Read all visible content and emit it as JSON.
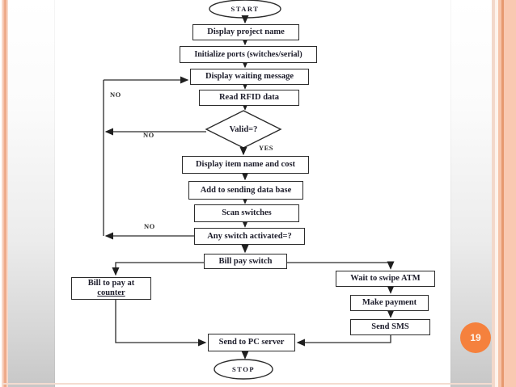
{
  "slide": {
    "page_number": "19",
    "accent_color": "#f5813d"
  },
  "flowchart": {
    "nodes": {
      "start": "START",
      "display_project": "Display project name",
      "init_ports": "Initialize ports (switches/serial)",
      "display_waiting": "Display waiting message",
      "read_rfid": "Read RFID data",
      "valid": "Valid=?",
      "display_item": "Display item name and cost",
      "add_db": "Add to sending data base",
      "scan_switches": "Scan switches",
      "any_switch": "Any switch activated=?",
      "bill_pay_switch": "Bill pay switch",
      "bill_counter_l1": "Bill to pay at",
      "bill_counter_l2": "counter",
      "wait_atm": "Wait to swipe ATM",
      "make_payment": "Make payment",
      "send_sms": "Send SMS",
      "send_pc": "Send to PC server",
      "stop": "STOP"
    },
    "edge_labels": {
      "yes": "YES",
      "no_loop": "NO",
      "no_valid": "NO",
      "no_switch": "NO"
    }
  }
}
